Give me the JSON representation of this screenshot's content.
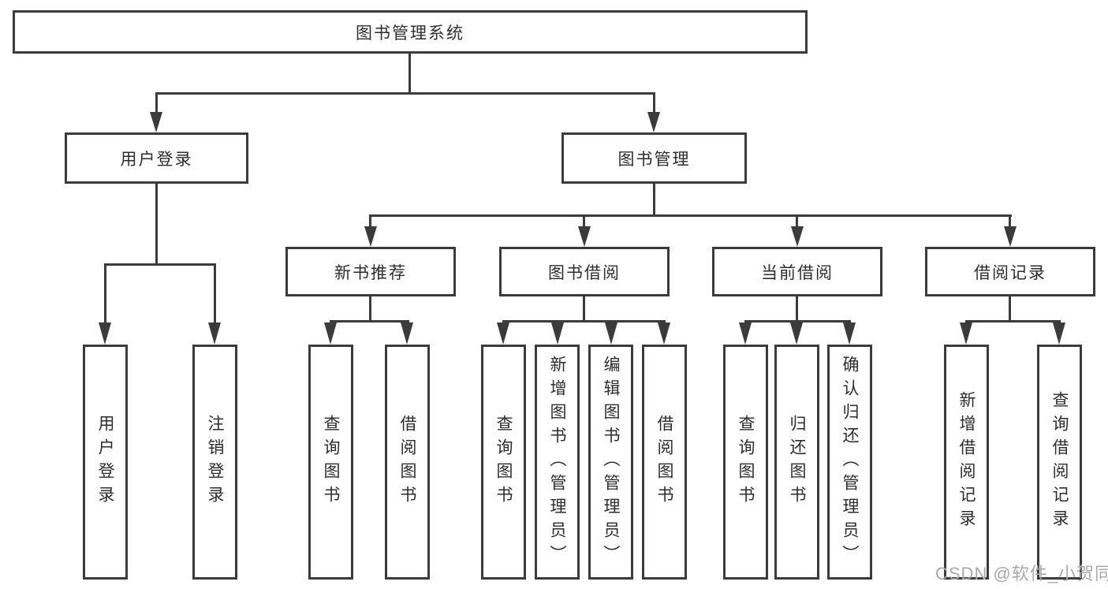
{
  "diagram": {
    "title": "图书管理系统",
    "children": [
      {
        "label": "用户登录",
        "children": [
          {
            "label": "用户登录"
          },
          {
            "label": "注销登录"
          }
        ]
      },
      {
        "label": "图书管理",
        "children": [
          {
            "label": "新书推荐",
            "children": [
              {
                "label": "查询图书"
              },
              {
                "label": "借阅图书"
              }
            ]
          },
          {
            "label": "图书借阅",
            "children": [
              {
                "label": "查询图书"
              },
              {
                "label": "新增图书（管理员）"
              },
              {
                "label": "编辑图书（管理员）"
              },
              {
                "label": "借阅图书"
              }
            ]
          },
          {
            "label": "当前借阅",
            "children": [
              {
                "label": "查询图书"
              },
              {
                "label": "归还图书"
              },
              {
                "label": "确认归还（管理员）"
              }
            ]
          },
          {
            "label": "借阅记录",
            "children": [
              {
                "label": "新增借阅记录"
              },
              {
                "label": "查询借阅记录"
              }
            ]
          }
        ]
      }
    ]
  },
  "watermark": {
    "text": "CSDN @软件_小贺同学"
  },
  "colors": {
    "line": "#3b3b3b",
    "text": "#2d2d2d",
    "background": "#ffffff",
    "watermark": "#a9a9a9"
  }
}
